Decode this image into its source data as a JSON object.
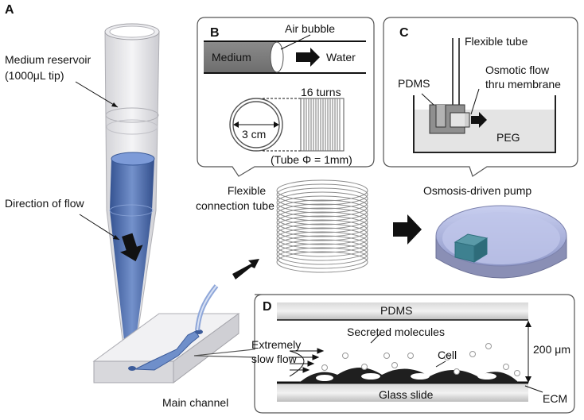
{
  "panels": {
    "A": "A",
    "B": "B",
    "C": "C",
    "D": "D"
  },
  "panel_a": {
    "reservoir_line1": "Medium reservoir",
    "reservoir_line2": "(1000μL tip)",
    "direction_of_flow": "Direction of flow",
    "main_channel": "Main channel",
    "flexible_tube_line1": "Flexible",
    "flexible_tube_line2": "connection tube",
    "pump": "Osmosis-driven pump"
  },
  "panel_b": {
    "air_bubble": "Air bubble",
    "medium": "Medium",
    "water": "Water",
    "turns": "16 turns",
    "diameter": "3 cm",
    "tube_spec": "(Tube Φ = 1mm)"
  },
  "panel_c": {
    "flexible_tube": "Flexible tube",
    "pdms": "PDMS",
    "osmotic_line1": "Osmotic flow",
    "osmotic_line2": "thru membrane",
    "peg": "PEG"
  },
  "panel_d": {
    "pdms": "PDMS",
    "secreted": "Secreted molecules",
    "slow_line1": "Extremely",
    "slow_line2": "slow flow",
    "cell": "Cell",
    "height": "200 μm",
    "glass": "Glass slide",
    "ecm": "ECM"
  },
  "colors": {
    "tube_blue": "#3f5f9e",
    "light_blue": "#a8b6e0",
    "pdms_gray": "#9a9a9a",
    "arrow_black": "#111111"
  }
}
